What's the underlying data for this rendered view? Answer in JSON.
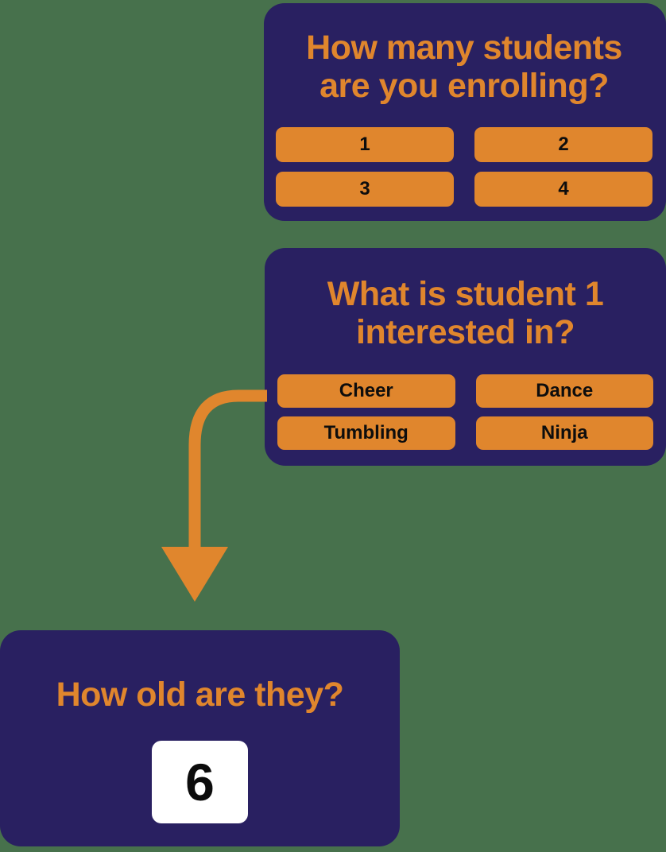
{
  "colors": {
    "background_green": "#47714C",
    "card_navy": "#292061",
    "accent_orange": "#E0862D",
    "option_label": "#0D0D0D",
    "input_background": "#FFFFFF",
    "input_text": "#0C0C0C"
  },
  "cards": [
    {
      "id": "how-many-students",
      "question_line1": "How many students",
      "question_line2": "are you enrolling?",
      "options": [
        "1",
        "2",
        "3",
        "4"
      ]
    },
    {
      "id": "student-interest",
      "question_line1": "What is student 1",
      "question_line2": "interested in?",
      "options": [
        "Cheer",
        "Dance",
        "Tumbling",
        "Ninja"
      ]
    },
    {
      "id": "student-age",
      "question_line1": "How old are they?",
      "input_value": "6"
    }
  ],
  "arrow": {
    "from": "student-interest",
    "to": "student-age",
    "color": "#E0862D"
  }
}
